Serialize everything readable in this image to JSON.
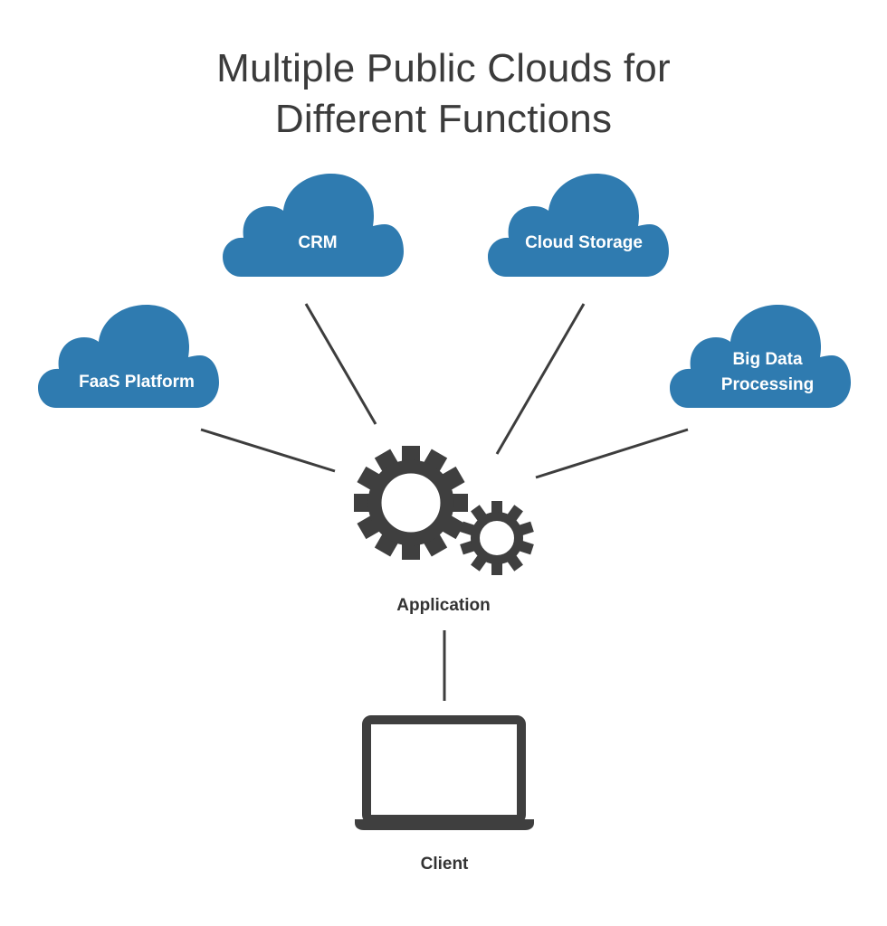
{
  "title": {
    "line1": "Multiple Public Clouds for",
    "line2": "Different Functions"
  },
  "clouds": {
    "faas": {
      "line1": "FaaS Platform"
    },
    "crm": {
      "line1": "CRM"
    },
    "storage": {
      "line1": "Cloud Storage"
    },
    "bigdata": {
      "line1": "Big Data",
      "line2": "Processing"
    }
  },
  "application": {
    "label": "Application",
    "icon": "gears-icon"
  },
  "client": {
    "label": "Client",
    "icon": "laptop-icon"
  },
  "colors": {
    "cloud": "#2f7bb0",
    "dark": "#3f3f3f",
    "background": "#ffffff"
  }
}
